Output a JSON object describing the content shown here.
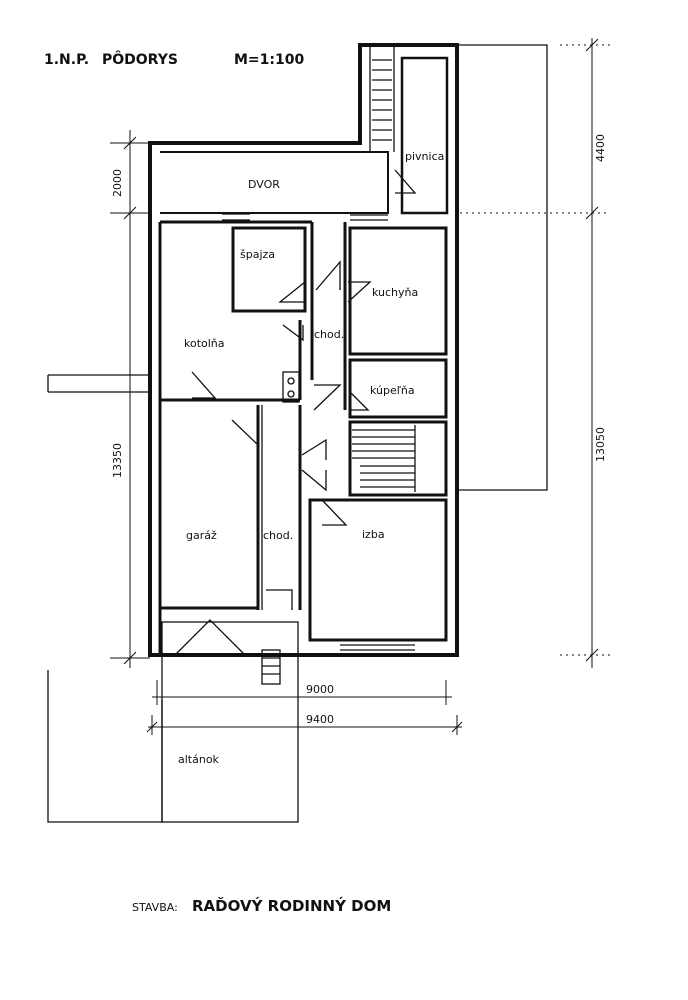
{
  "header": {
    "floor": "1.N.P.",
    "plan": "PÔDORYS",
    "scale": "M=1:100"
  },
  "rooms": {
    "dvor": "DVOR",
    "pivnica": "pivnica",
    "spajza": "špajza",
    "kuchyna": "kuchyňa",
    "kotolna": "kotolňa",
    "chodba_upper": "chod.",
    "kupelna": "kúpeľňa",
    "izba": "izba",
    "garaz": "garáž",
    "chodba_lower": "chod.",
    "altanok": "altánok"
  },
  "dimensions": {
    "d2000": "2000",
    "d13350": "13350",
    "d4400": "4400",
    "d13050": "13050",
    "d9000": "9000",
    "d9400": "9400"
  },
  "footer": {
    "label": "STAVBA:",
    "title": "RAĎOVÝ RODINNÝ DOM"
  }
}
